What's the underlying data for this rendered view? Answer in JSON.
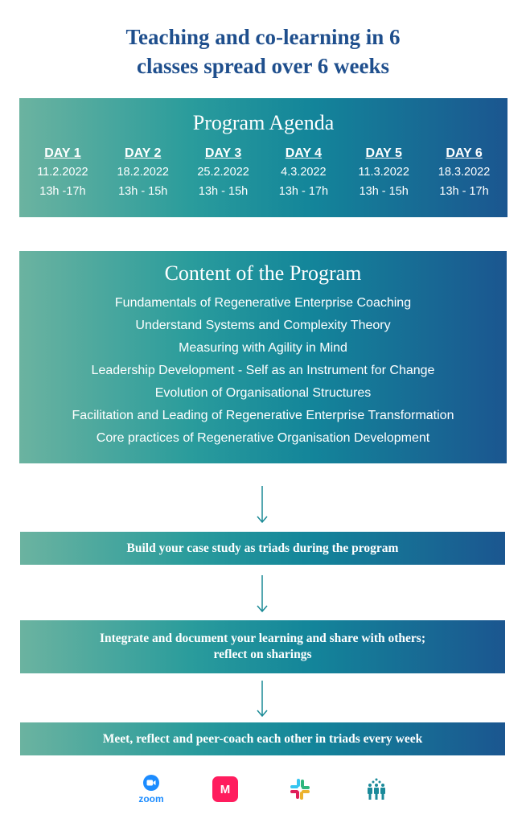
{
  "title": {
    "line1": "Teaching and co-learning in 6",
    "line2": "classes spread over 6 weeks"
  },
  "agenda": {
    "heading": "Program Agenda",
    "days": [
      {
        "day": "DAY 1",
        "date": "11.2.2022",
        "time": "13h -17h"
      },
      {
        "day": "DAY 2",
        "date": "18.2.2022",
        "time": "13h - 15h"
      },
      {
        "day": "DAY 3",
        "date": "25.2.2022",
        "time": "13h - 15h"
      },
      {
        "day": "DAY 4",
        "date": "4.3.2022",
        "time": "13h - 17h"
      },
      {
        "day": "DAY 5",
        "date": "11.3.2022",
        "time": "13h - 15h"
      },
      {
        "day": "DAY 6",
        "date": "18.3.2022",
        "time": "13h - 17h"
      }
    ]
  },
  "content": {
    "heading": "Content of the Program",
    "items": [
      "Fundamentals of Regenerative Enterprise Coaching",
      "Understand Systems and Complexity Theory",
      "Measuring with Agility in Mind",
      "Leadership Development - Self as an Instrument for Change",
      "Evolution of Organisational Structures",
      "Facilitation and Leading of Regenerative Enterprise Transformation",
      "Core practices of Regenerative Organisation Development"
    ]
  },
  "steps": [
    {
      "line1": "Build your case study as triads during the program"
    },
    {
      "line1": "Integrate and document your learning and share with others;",
      "line2": "reflect on sharings"
    },
    {
      "line1": "Meet, reflect and peer-coach each other in triads every week"
    }
  ],
  "tools": {
    "zoom_label": "zoom",
    "miro_letter": "M",
    "icons": [
      "zoom-icon",
      "miro-icon",
      "slack-icon",
      "team-icon"
    ]
  }
}
